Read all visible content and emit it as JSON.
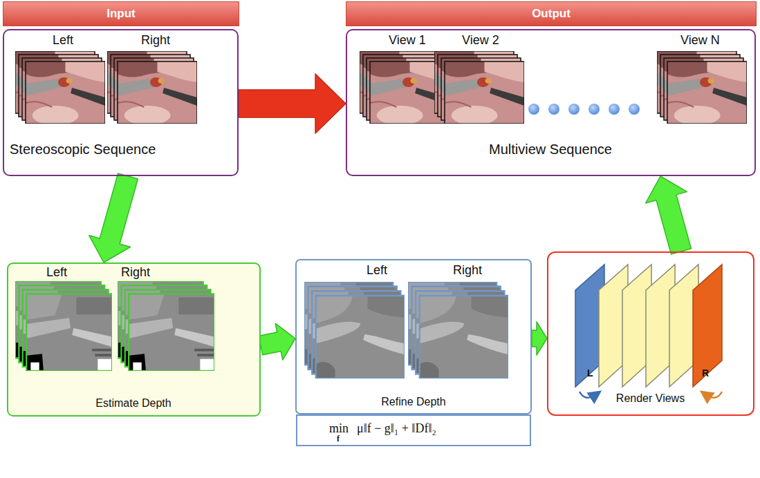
{
  "diagram": {
    "nodes": [
      {
        "text": [
          "Input"
        ]
      },
      {
        "text": [
          "Output"
        ]
      },
      {
        "text": [
          "Left",
          "Right",
          "Stereoscopic Sequence"
        ]
      },
      {
        "text": [
          "View 1",
          "View 2",
          "View N",
          "Multiview Sequence"
        ]
      },
      {
        "text": [
          "Left",
          "Right",
          "Estimate Depth"
        ]
      },
      {
        "text": [
          "Left",
          "Right",
          "Refine Depth"
        ]
      },
      {
        "text": [
          "min",
          "f",
          "μ‖f − g‖₁ + ‖Df‖₂"
        ]
      },
      {
        "text": [
          "L",
          "R",
          "Render Views"
        ]
      }
    ],
    "edges": [
      {
        "from": 2,
        "to": 3,
        "arrow": "to"
      },
      {
        "from": 2,
        "to": 4,
        "arrow": "to"
      },
      {
        "from": 4,
        "to": 5,
        "arrow": "to"
      },
      {
        "from": 5,
        "to": 7,
        "arrow": "to"
      },
      {
        "from": 7,
        "to": 3,
        "arrow": "to"
      }
    ]
  }
}
